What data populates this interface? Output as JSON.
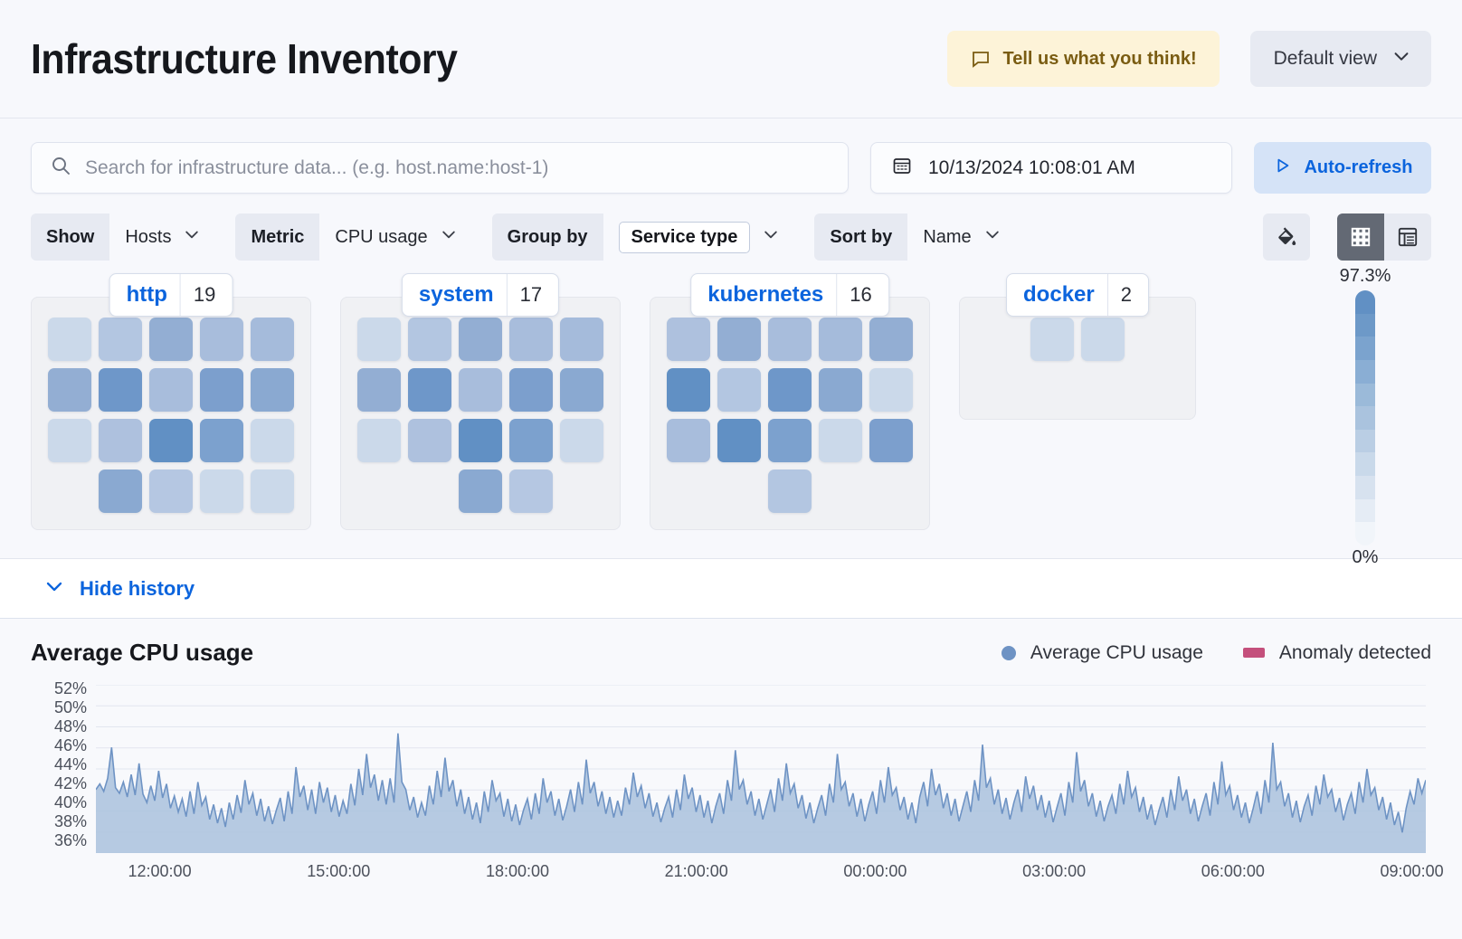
{
  "header": {
    "title": "Infrastructure Inventory",
    "feedback_label": "Tell us what you think!",
    "feedback_icon": "comment-icon",
    "view_label": "Default view",
    "view_icon": "chevron-down-icon"
  },
  "search": {
    "placeholder": "Search for infrastructure data... (e.g. host.name:host-1)",
    "icon": "search-icon",
    "date_value": "10/13/2024 10:08:01 AM",
    "date_icon": "calendar-icon",
    "refresh_label": "Auto-refresh",
    "refresh_icon": "play-icon"
  },
  "filters": [
    {
      "label": "Show",
      "value": "Hosts",
      "pill": false
    },
    {
      "label": "Metric",
      "value": "CPU usage",
      "pill": false
    },
    {
      "label": "Group by",
      "value": "Service type",
      "pill": true
    },
    {
      "label": "Sort by",
      "value": "Name",
      "pill": false
    }
  ],
  "view_toggle": {
    "fill_icon": "paint-bucket-icon",
    "grid_icon": "grid-view-icon",
    "table_icon": "table-view-icon",
    "active": "grid"
  },
  "groups": [
    {
      "name": "http",
      "count": "19",
      "rows": [
        {
          "offset": 0,
          "tiles": [
            "#cbd9ea",
            "#b3c6e1",
            "#93aed3",
            "#a8bddc",
            "#a5bbdb"
          ]
        },
        {
          "offset": 0,
          "tiles": [
            "#93aed3",
            "#6e97c9",
            "#a8bddc",
            "#7c9fcd",
            "#8aa9d1"
          ]
        },
        {
          "offset": 0,
          "tiles": [
            "#cbd9ea",
            "#aec1de",
            "#6190c4",
            "#7ca1ce",
            "#cbd9ea"
          ]
        },
        {
          "offset": 1,
          "tiles": [
            "#8aa9d1",
            "#b5c7e2",
            "#cbd9ea",
            "#cbd9ea"
          ]
        }
      ]
    },
    {
      "name": "system",
      "count": "17",
      "rows": [
        {
          "offset": 0,
          "tiles": [
            "#cbd9ea",
            "#b3c6e1",
            "#93aed3",
            "#a8bddc",
            "#a5bbdb"
          ]
        },
        {
          "offset": 0,
          "tiles": [
            "#93aed3",
            "#6e97c9",
            "#a8bddc",
            "#7c9fcd",
            "#8aa9d1"
          ]
        },
        {
          "offset": 0,
          "tiles": [
            "#cbd9ea",
            "#aec1de",
            "#6190c4",
            "#7ca1ce",
            "#cbd9ea"
          ]
        },
        {
          "offset": 2,
          "tiles": [
            "#8aa9d1",
            "#b5c7e2"
          ]
        }
      ]
    },
    {
      "name": "kubernetes",
      "count": "16",
      "rows": [
        {
          "offset": 0,
          "tiles": [
            "#aec1de",
            "#93aed3",
            "#a8bddc",
            "#a5bbdb",
            "#93aed3"
          ]
        },
        {
          "offset": 0,
          "tiles": [
            "#6190c4",
            "#b3c6e1",
            "#6e97c9",
            "#8aa9d1",
            "#cbd9ea"
          ]
        },
        {
          "offset": 0,
          "tiles": [
            "#a8bddc",
            "#6190c4",
            "#7ca1ce",
            "#cbd9ea",
            "#7c9fcd"
          ]
        },
        {
          "offset": 2,
          "tiles": [
            "#b3c6e1"
          ]
        }
      ]
    },
    {
      "name": "docker",
      "count": "2",
      "rows": [
        {
          "offset": 0,
          "tiles": [
            "#cbd9ea",
            "#cbd9ea"
          ]
        }
      ]
    }
  ],
  "color_legend": {
    "max": "97.3%",
    "min": "0%",
    "steps": [
      "#6190c4",
      "#6d99c8",
      "#7ba3ce",
      "#8aaed4",
      "#9bbad9",
      "#aac3de",
      "#bacee4",
      "#c9d9ea",
      "#d7e2ef",
      "#e5ecf5",
      "#f1f5fa"
    ]
  },
  "history": {
    "toggle_label": "Hide history",
    "toggle_icon": "chevron-down-icon"
  },
  "chart_data": {
    "type": "area",
    "title": "Average CPU usage",
    "xlabel": "",
    "ylabel": "",
    "grid": true,
    "legend_position": "top-right",
    "legend": [
      {
        "name": "Average CPU usage",
        "color": "#6e93c4",
        "marker": "dot"
      },
      {
        "name": "Anomaly detected",
        "color": "#c4507c",
        "marker": "square"
      }
    ],
    "ylim": [
      35,
      53
    ],
    "yticks": [
      "52%",
      "50%",
      "48%",
      "46%",
      "44%",
      "42%",
      "40%",
      "38%",
      "36%"
    ],
    "xticks": [
      "12:00:00",
      "15:00:00",
      "18:00:00",
      "21:00:00",
      "00:00:00",
      "03:00:00",
      "06:00:00",
      "09:00:00"
    ],
    "series": [
      {
        "name": "Average CPU usage",
        "color": "#6e93c4",
        "fill": "#aac2dd",
        "values": [
          41.8,
          42.4,
          41.6,
          43.0,
          46.3,
          42.0,
          41.4,
          42.6,
          41.0,
          43.4,
          41.2,
          44.6,
          41.3,
          40.4,
          42.2,
          40.6,
          43.8,
          40.9,
          42.4,
          39.8,
          41.1,
          39.4,
          40.8,
          38.9,
          41.6,
          39.2,
          42.6,
          40.1,
          41.0,
          38.6,
          40.2,
          38.2,
          39.8,
          37.8,
          40.4,
          38.6,
          41.2,
          39.3,
          42.8,
          40.2,
          41.4,
          39.0,
          40.8,
          38.4,
          40.0,
          38.1,
          39.6,
          40.9,
          38.4,
          41.6,
          39.2,
          44.2,
          41.0,
          42.2,
          39.6,
          41.8,
          39.2,
          42.6,
          40.4,
          42.0,
          39.4,
          41.2,
          38.9,
          40.6,
          39.2,
          42.4,
          40.1,
          44.0,
          41.2,
          45.6,
          42.0,
          43.4,
          40.6,
          42.8,
          40.2,
          43.0,
          40.4,
          47.8,
          42.6,
          41.8,
          39.6,
          41.0,
          38.8,
          40.4,
          39.0,
          42.2,
          40.2,
          43.8,
          41.0,
          45.2,
          41.6,
          42.8,
          40.0,
          41.8,
          39.2,
          41.0,
          38.6,
          40.4,
          38.2,
          41.6,
          39.4,
          42.8,
          40.6,
          41.4,
          38.9,
          40.8,
          38.4,
          40.2,
          38.0,
          39.6,
          40.8,
          38.6,
          41.4,
          39.2,
          43.0,
          40.4,
          41.6,
          39.0,
          40.8,
          38.5,
          40.0,
          41.8,
          39.4,
          42.6,
          40.2,
          45.0,
          41.4,
          42.6,
          40.0,
          41.6,
          39.2,
          41.0,
          38.8,
          40.6,
          39.0,
          42.0,
          40.2,
          43.6,
          41.0,
          42.2,
          39.8,
          41.4,
          38.9,
          40.4,
          38.3,
          39.8,
          41.0,
          38.8,
          41.8,
          39.6,
          43.4,
          40.8,
          42.0,
          39.4,
          41.2,
          38.8,
          40.6,
          38.2,
          40.0,
          41.4,
          39.2,
          42.8,
          40.6,
          46.0,
          41.8,
          42.8,
          40.2,
          41.6,
          39.0,
          40.8,
          38.6,
          40.2,
          41.8,
          39.4,
          43.0,
          40.6,
          44.6,
          41.4,
          42.4,
          39.8,
          41.2,
          38.7,
          40.4,
          38.2,
          39.8,
          41.2,
          39.0,
          42.4,
          40.4,
          45.6,
          41.8,
          42.6,
          40.0,
          41.4,
          38.9,
          40.8,
          38.4,
          40.2,
          41.6,
          39.2,
          42.8,
          40.4,
          44.2,
          41.2,
          42.0,
          39.6,
          41.0,
          38.6,
          40.4,
          38.2,
          41.0,
          42.6,
          40.0,
          44.0,
          41.2,
          42.4,
          39.8,
          41.4,
          39.0,
          40.8,
          38.4,
          40.0,
          41.6,
          39.4,
          42.8,
          40.6,
          46.6,
          42.0,
          43.0,
          40.2,
          41.8,
          39.2,
          40.9,
          38.6,
          40.4,
          41.8,
          39.4,
          43.2,
          40.8,
          42.2,
          39.6,
          41.2,
          38.8,
          40.6,
          38.3,
          39.9,
          41.4,
          39.0,
          42.6,
          40.4,
          45.8,
          41.6,
          42.8,
          40.0,
          41.4,
          38.9,
          40.6,
          38.4,
          40.0,
          41.2,
          39.2,
          42.4,
          40.2,
          43.8,
          41.0,
          42.0,
          39.4,
          41.0,
          38.6,
          40.2,
          38.0,
          39.6,
          41.0,
          38.8,
          41.8,
          39.6,
          43.2,
          40.6,
          41.8,
          39.2,
          40.8,
          38.4,
          40.0,
          41.4,
          39.0,
          42.6,
          40.2,
          44.8,
          41.2,
          42.2,
          39.6,
          41.2,
          38.8,
          40.4,
          38.2,
          39.8,
          41.6,
          39.2,
          42.8,
          40.4,
          46.8,
          41.8,
          42.6,
          40.0,
          41.4,
          38.8,
          40.6,
          38.3,
          40.0,
          41.2,
          39.0,
          42.2,
          40.2,
          43.4,
          41.0,
          41.8,
          39.4,
          40.9,
          38.5,
          40.2,
          41.4,
          39.2,
          42.6,
          40.4,
          44.0,
          41.2,
          42.0,
          39.6,
          41.0,
          38.6,
          40.4,
          38.0,
          39.4,
          37.2,
          39.8,
          41.6,
          40.2,
          43.0,
          41.4,
          42.8
        ]
      }
    ]
  }
}
